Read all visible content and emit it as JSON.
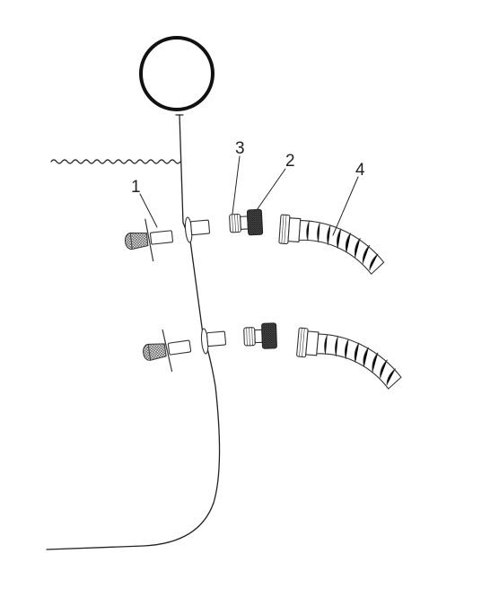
{
  "diagram": {
    "labels": {
      "part_1": "1",
      "part_2": "2",
      "part_3": "3",
      "part_4": "4"
    },
    "colors": {
      "line": "#222222",
      "background": "#ffffff"
    }
  }
}
